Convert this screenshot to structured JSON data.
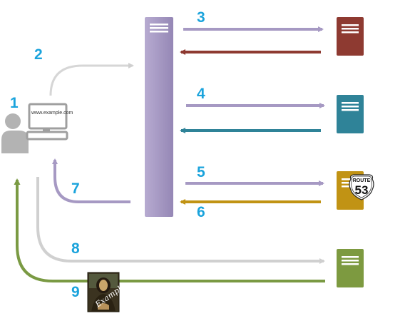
{
  "steps": [
    "1",
    "2",
    "3",
    "4",
    "5",
    "6",
    "7",
    "8",
    "9"
  ],
  "client": {
    "monitor_text": "www.example.com"
  },
  "route_shield": {
    "label": "ROUTE",
    "number": "53"
  },
  "painting": {
    "overlay_text": "Example"
  },
  "colors": {
    "step_numbers": "#1aa3dc",
    "central_server": "#a699c3",
    "server_red": "#8e3a31",
    "server_teal": "#2f8398",
    "server_gold": "#c19314",
    "server_green": "#7d9a40",
    "arrow_purple": "#a699c3",
    "arrow_grey": "#cfcfcf",
    "arrow_green": "#7a9a43",
    "user_icon": "#b3b3b3"
  }
}
